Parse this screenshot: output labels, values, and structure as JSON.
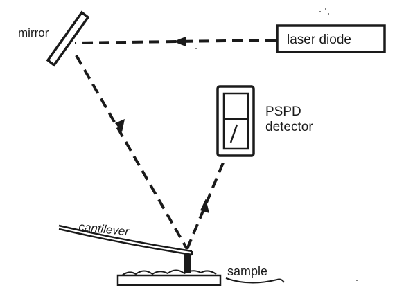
{
  "diagram": {
    "labels": {
      "mirror": "mirror",
      "laser": "laser diode",
      "detector_line1": "PSPD",
      "detector_line2": "detector",
      "cantilever": "cantilever",
      "sample": "sample"
    },
    "colors": {
      "ink": "#1a1a1a",
      "background": "#ffffff"
    }
  }
}
